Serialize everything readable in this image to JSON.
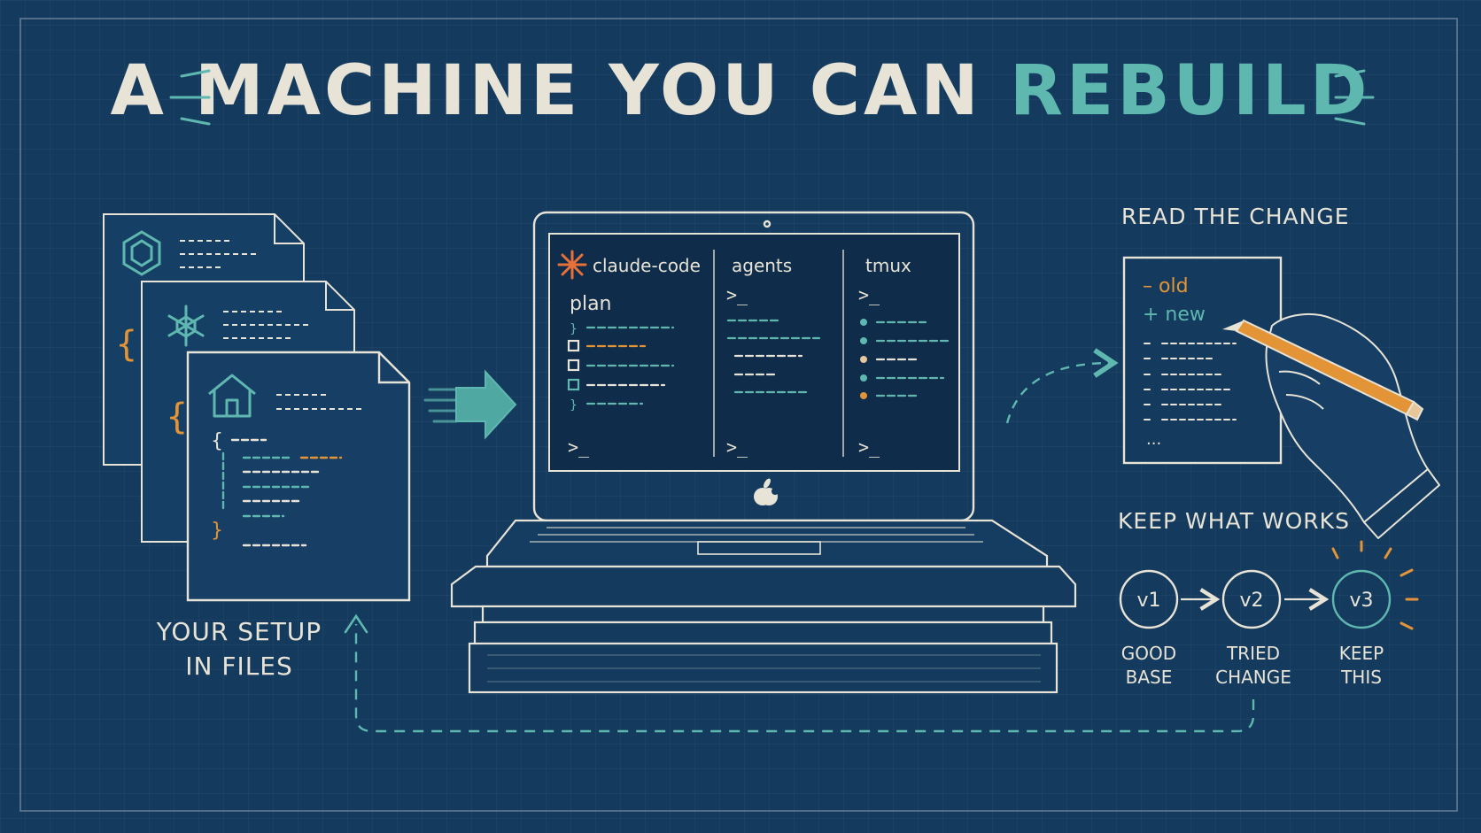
{
  "title": {
    "main": "A MACHINE YOU CAN",
    "accent": "REBUILD"
  },
  "left": {
    "caption_line1": "YOUR SETUP",
    "caption_line2": "IN FILES"
  },
  "terminal": {
    "panes": [
      {
        "header": "claude-code",
        "subheader": "plan",
        "prompt": ">_"
      },
      {
        "header": "agents",
        "prompt_top": ">_",
        "prompt": ">_"
      },
      {
        "header": "tmux",
        "prompt_top": ">_",
        "prompt": ">_"
      }
    ]
  },
  "diff": {
    "heading": "READ THE CHANGE",
    "removed": "– old",
    "added": "+ new",
    "ellipsis": "..."
  },
  "versions": {
    "heading": "KEEP WHAT WORKS",
    "items": [
      {
        "id": "v1",
        "line1": "GOOD",
        "line2": "BASE"
      },
      {
        "id": "v2",
        "line1": "TRIED",
        "line2": "CHANGE"
      },
      {
        "id": "v3",
        "line1": "KEEP",
        "line2": "THIS"
      }
    ]
  },
  "colors": {
    "background": "#143a5e",
    "chalk": "#e7e3d6",
    "teal": "#5fb8b0",
    "orange": "#e39436"
  }
}
